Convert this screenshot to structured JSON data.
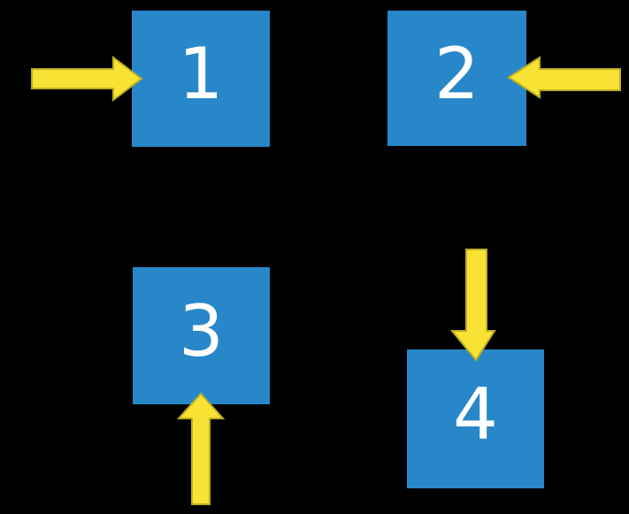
{
  "diagram": {
    "colors": {
      "background": "#000000",
      "box-fill": "#2787C8",
      "arrow-fill": "#F8E233",
      "arrow-stroke": "#BDAD22",
      "number-color": "#FFFFFF"
    },
    "boxes": [
      {
        "id": "box-1",
        "label": "1",
        "arrow_direction": "right",
        "arrow_points_at_side": "left"
      },
      {
        "id": "box-2",
        "label": "2",
        "arrow_direction": "left",
        "arrow_points_at_side": "right"
      },
      {
        "id": "box-3",
        "label": "3",
        "arrow_direction": "up",
        "arrow_points_at_side": "bottom"
      },
      {
        "id": "box-4",
        "label": "4",
        "arrow_direction": "down",
        "arrow_points_at_side": "top"
      }
    ]
  }
}
